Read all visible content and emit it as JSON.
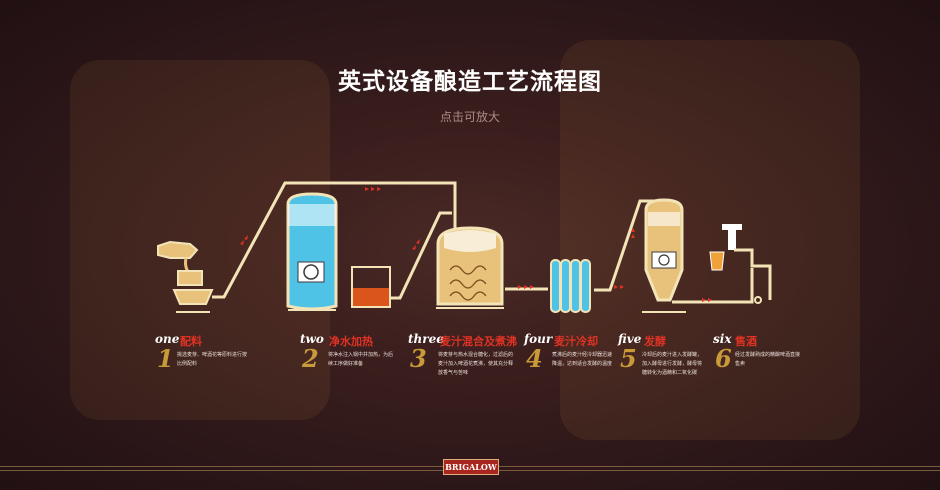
{
  "title": "英式设备酿造工艺流程图",
  "subtitle": "点击可放大",
  "brand": "BRIGALOW",
  "steps": [
    {
      "eng": "one",
      "num": "1",
      "cn": "配料",
      "desc": "挑选麦芽、啤酒花等原料进行按比例配料"
    },
    {
      "eng": "two",
      "num": "2",
      "cn": "净水加热",
      "desc": "将净水注入锅中并加热，为后续工序做好准备"
    },
    {
      "eng": "three",
      "num": "3",
      "cn": "麦汁混合及煮沸",
      "desc": "将麦芽与热水混合糖化，过滤后的麦汁加入啤酒花煮沸，使其充分释放香气与苦味"
    },
    {
      "eng": "four",
      "num": "4",
      "cn": "麦汁冷却",
      "desc": "煮沸后的麦汁经冷却器迅速降温，达到适合发酵的温度"
    },
    {
      "eng": "five",
      "num": "5",
      "cn": "发酵",
      "desc": "冷却后的麦汁进入发酵罐，加入酵母进行发酵，酵母将糖转化为酒精和二氧化碳"
    },
    {
      "eng": "six",
      "num": "6",
      "cn": "售酒",
      "desc": "经过发酵熟成的精酿啤酒直接售卖"
    }
  ],
  "colors": {
    "accent": "#e03224",
    "gold": "#c99a3a",
    "pipe": "#f3e4b7",
    "water": "#4fc3e6",
    "wort": "#e8c27a",
    "mash": "#d9551c"
  }
}
